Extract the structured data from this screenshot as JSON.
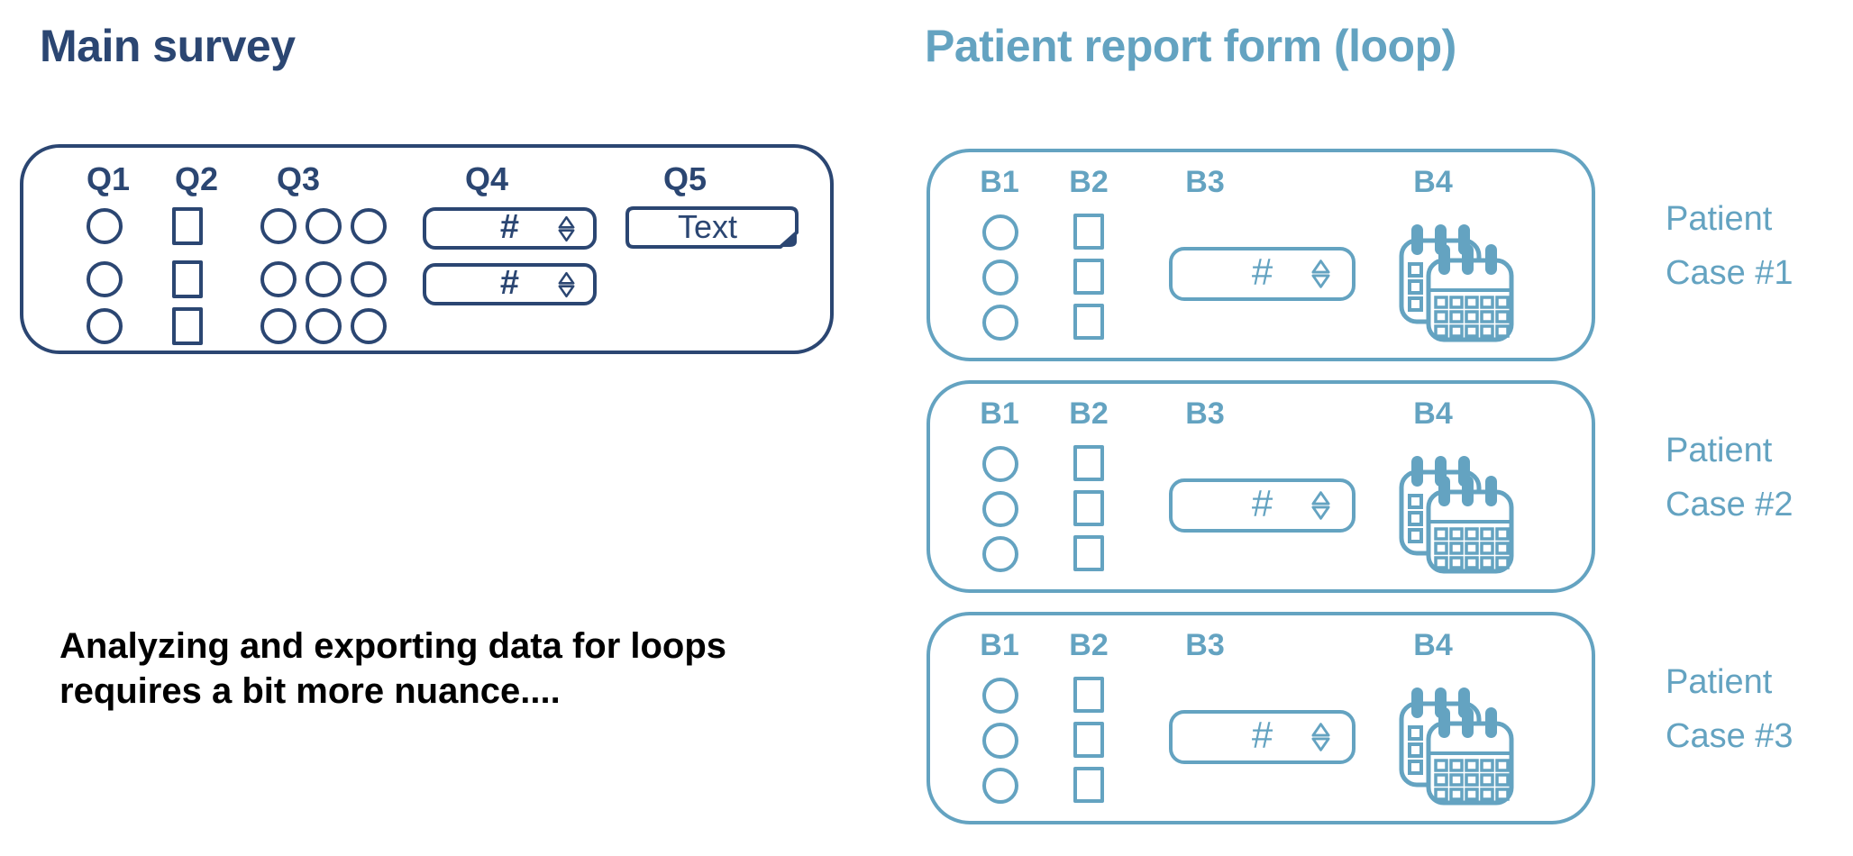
{
  "colors": {
    "navy": "#2b4672",
    "teal": "#64a3c1",
    "text": "#000000"
  },
  "main_survey": {
    "title": "Main survey",
    "question_labels": [
      "Q1",
      "Q2",
      "Q3",
      "Q4",
      "Q5"
    ],
    "number_input_symbol": "#",
    "text_input_label": "Text"
  },
  "loop_form": {
    "title": "Patient report form (loop)",
    "block_labels": [
      "B1",
      "B2",
      "B3",
      "B4"
    ],
    "number_input_symbol": "#",
    "cases": [
      {
        "line1": "Patient",
        "line2": "Case #1"
      },
      {
        "line1": "Patient",
        "line2": "Case #2"
      },
      {
        "line1": "Patient",
        "line2": "Case #3"
      }
    ]
  },
  "caption": {
    "line1": "Analyzing and exporting data for loops",
    "line2": "requires a bit more nuance...."
  },
  "icons": {
    "loop_item_icon": "calendar-stack-icon",
    "number_field_icon": "number-spinner-icon",
    "text_field_icon": "page-fold-icon"
  }
}
